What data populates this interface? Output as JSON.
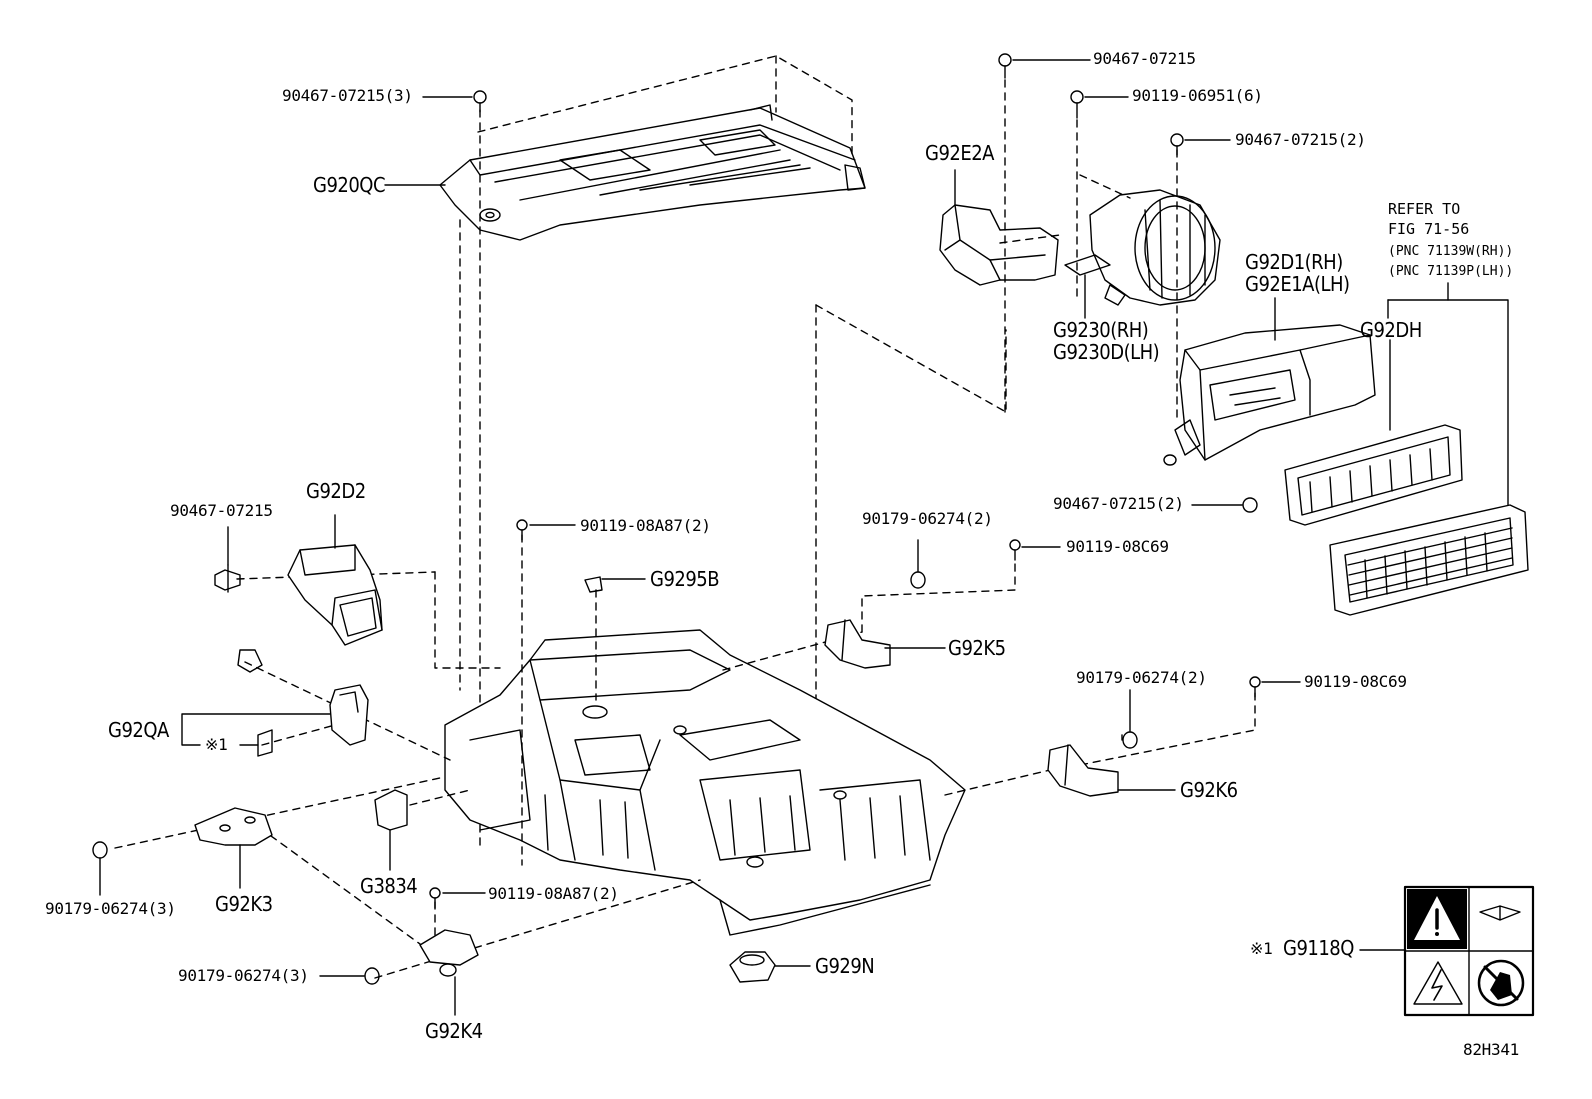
{
  "figure_id": "82H341",
  "refer": {
    "line1": "REFER TO",
    "line2": "FIG 71-56",
    "line3": "(PNC 71139W(RH))",
    "line4": "(PNC 71139P(LH))"
  },
  "labels": {
    "pn_top_left": "90467-07215(3)",
    "g920qc": "G920QC",
    "pn_top_right_1": "90467-07215",
    "pn_top_right_2": "90119-06951(6)",
    "pn_top_right_3": "90467-07215(2)",
    "g92e2a": "G92E2A",
    "g92d1_rh": "G92D1(RH)",
    "g92e1a_lh": "G92E1A(LH)",
    "g9230_rh": "G9230(RH)",
    "g9230d_lh": "G9230D(LH)",
    "g92dh": "G92DH",
    "pn_mid_right": "90467-07215(2)",
    "pn_left_clip": "90467-07215",
    "g92d2": "G92D2",
    "pn_center_bolt": "90119-08A87(2)",
    "g9295b": "G9295B",
    "pn_nut_k5": "90179-06274(2)",
    "pn_bolt_k5": "90119-08C69",
    "g92k5": "G92K5",
    "pn_nut_k6": "90179-06274(2)",
    "pn_bolt_k6": "90119-08C69",
    "g92k6": "G92K6",
    "g92qa": "G92QA",
    "mark1": "※1",
    "pn_nut_k3": "90179-06274(3)",
    "g92k3": "G92K3",
    "g3834": "G3834",
    "pn_bolt_lower": "90119-08A87(2)",
    "pn_nut_k4": "90179-06274(3)",
    "g92k4": "G92K4",
    "g929n": "G929N",
    "mark_g9118q": "※1",
    "g9118q": "G9118Q"
  }
}
